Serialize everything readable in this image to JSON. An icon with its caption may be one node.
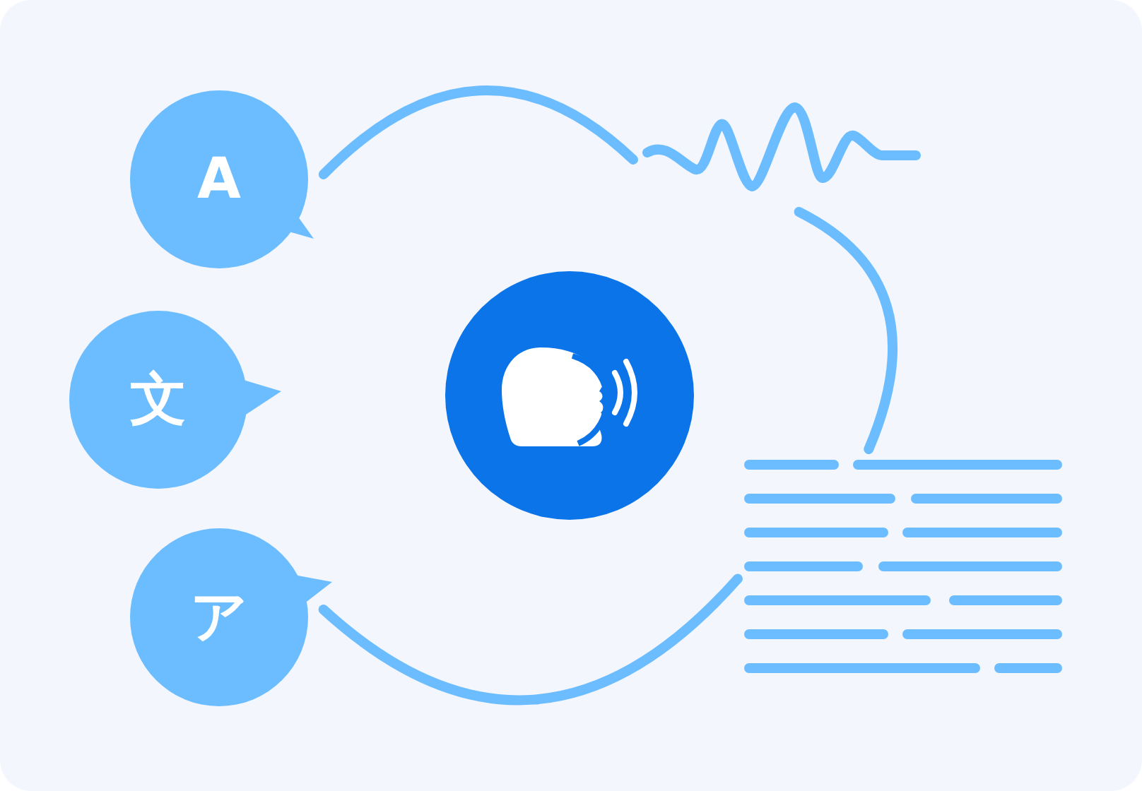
{
  "diagram": {
    "nodes": [
      {
        "text": [
          "A"
        ]
      },
      {
        "text": [
          "文"
        ]
      },
      {
        "text": [
          "ア"
        ]
      },
      {
        "text": [],
        "shape": "circle"
      },
      {
        "text": [],
        "shape": "picture"
      },
      {
        "text": [],
        "shape": "picture"
      }
    ],
    "edges": [
      {
        "from": 0,
        "to": 4,
        "arrow": "none"
      },
      {
        "from": 4,
        "to": 5,
        "arrow": "none"
      },
      {
        "from": 5,
        "to": 2,
        "arrow": "none"
      }
    ]
  }
}
